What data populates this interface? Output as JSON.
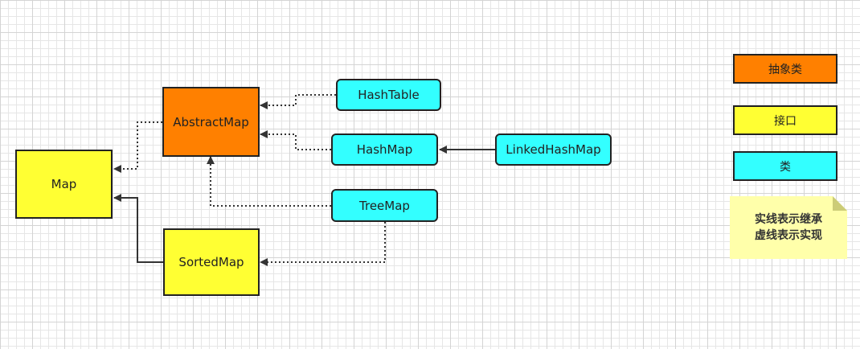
{
  "colors": {
    "abstract_class": "#ff8000",
    "interface": "#ffff33",
    "class": "#33ffff",
    "note": "#ffffaa",
    "line": "#333333"
  },
  "nodes": {
    "map": "Map",
    "abstract_map": "AbstractMap",
    "sorted_map": "SortedMap",
    "hash_table": "HashTable",
    "hash_map": "HashMap",
    "tree_map": "TreeMap",
    "linked_hash_map": "LinkedHashMap"
  },
  "legend": {
    "abstract_class": "抽象类",
    "interface": "接口",
    "class": "类"
  },
  "note": {
    "line1": "实线表示继承",
    "line2": "虚线表示实现"
  }
}
